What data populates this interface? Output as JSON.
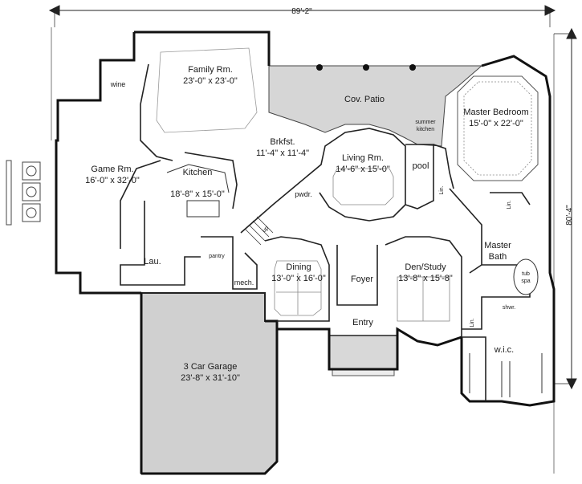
{
  "plan": {
    "overall_width": "89'-2\"",
    "overall_depth": "80'-4\"",
    "colors": {
      "wall": "#111111",
      "patio": "#d6d6d6",
      "garage": "#d0d0d0",
      "entry": "#d8d8d8",
      "line": "#333333"
    },
    "rooms": {
      "family": {
        "name": "Family Rm.",
        "size": "23'-0\" x 23'-0\""
      },
      "wine": {
        "name": "wine"
      },
      "patio": {
        "name": "Cov. Patio"
      },
      "master_bed": {
        "name": "Master Bedroom",
        "size": "15'-0\" x 22'-0\""
      },
      "summer_kitchen": {
        "line1": "summer",
        "line2": "kitchen"
      },
      "brkfst": {
        "name": "Brkfst.",
        "size": "11'-4\" x 11'-4\""
      },
      "living": {
        "name": "Living Rm.",
        "size": "14'-6\" x 15'-0\""
      },
      "pool": {
        "name": "pool"
      },
      "game": {
        "name": "Game Rm.",
        "size": "16'-0\" x 32'-0\""
      },
      "kitchen": {
        "name": "Kitchen",
        "size": "18'-8\" x 15'-0\""
      },
      "pwdr": {
        "name": "pwdr."
      },
      "master_bath": {
        "line1": "Master",
        "line2": "Bath"
      },
      "tub": {
        "line1": "tub",
        "line2": "spa"
      },
      "lau": {
        "name": "Lau."
      },
      "pantry": {
        "name": "pantry"
      },
      "mech": {
        "name": "mech."
      },
      "dining": {
        "name": "Dining",
        "size": "13'-0\" x 16'-0\""
      },
      "foyer": {
        "name": "Foyer"
      },
      "den": {
        "name": "Den/Study",
        "size": "13'-8\" x 15'-8\""
      },
      "entry": {
        "name": "Entry"
      },
      "garage": {
        "name": "3 Car Garage",
        "size": "23'-8\" x 31'-10\""
      },
      "wic": {
        "name": "w.i.c."
      },
      "shwr": {
        "name": "shwr."
      }
    },
    "misc": {
      "lin": "Lin.",
      "up": "up"
    }
  }
}
